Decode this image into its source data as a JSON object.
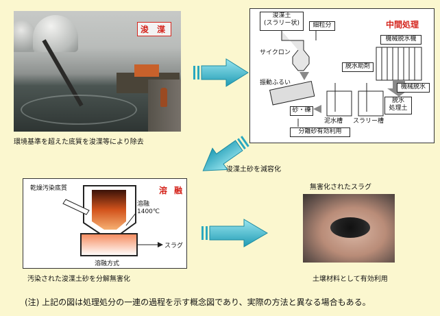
{
  "photo_dredge": {
    "tag": "浚 渫",
    "caption": "環境基準を超えた底質を浚渫等により除去"
  },
  "process_panel": {
    "tag": "中間処理",
    "top_box": "浚渫土\n(スラリー状)",
    "fine": "細粒分",
    "cyclone": "サイクロン",
    "screen": "振動ふるい",
    "sand": "砂・礫",
    "mud_tank": "泥水槽",
    "slurry_tank": "スラリー槽",
    "separated": "分離砂有効利用",
    "agent": "脱水助剤",
    "machine": "機械脱水機",
    "machine2": "機械脱水",
    "soil": "脱水\n処理土"
  },
  "arrow_label": "浚渫土砂を減容化",
  "melt_panel": {
    "tag": "溶 融",
    "input": "乾燥汚染底質",
    "temp": "溶融\n1400℃",
    "slag": "スラグ",
    "method": "溶融方式",
    "caption": "汚染された浚渫土砂を分解無害化"
  },
  "slag_photo": {
    "title": "無害化されたスラグ",
    "caption": "土壌材料として有効利用"
  },
  "note": "(注) 上記の図は処理処分の一連の過程を示す概念図であり、実際の方法と異なる場合もある。",
  "colors": {
    "background": "#fbf7cf",
    "arrow": "#29a8bf",
    "tag_red": "#d4241c"
  }
}
